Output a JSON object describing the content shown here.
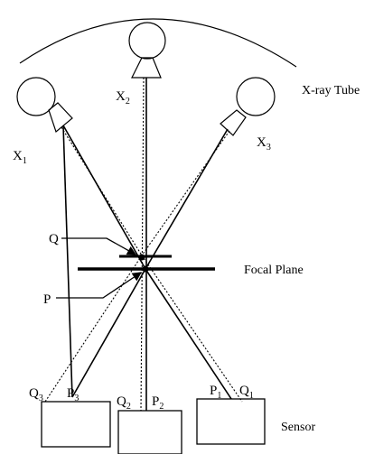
{
  "labels": {
    "x1": {
      "main": "X",
      "sub": "1"
    },
    "x2": {
      "main": "X",
      "sub": "2"
    },
    "x3": {
      "main": "X",
      "sub": "3"
    },
    "q": "Q",
    "p": "P",
    "q1": {
      "main": "Q",
      "sub": "1"
    },
    "q2": {
      "main": "Q",
      "sub": "2"
    },
    "q3": {
      "main": "Q",
      "sub": "3"
    },
    "p1": {
      "main": "P",
      "sub": "1"
    },
    "p2": {
      "main": "P",
      "sub": "2"
    },
    "p3": {
      "main": "P",
      "sub": "3"
    }
  },
  "captions": {
    "xray_tube": "X-ray Tube",
    "focal_plane": "Focal  Plane",
    "sensor": "Sensor"
  }
}
